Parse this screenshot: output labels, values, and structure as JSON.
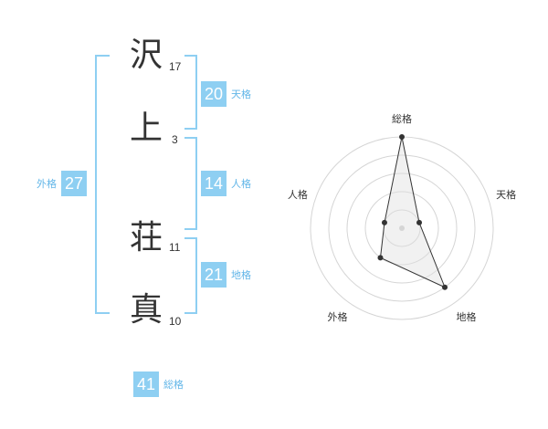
{
  "name": {
    "chars": [
      {
        "char": "沢",
        "strokes": "17"
      },
      {
        "char": "上",
        "strokes": "3"
      },
      {
        "char": "荘",
        "strokes": "11"
      },
      {
        "char": "真",
        "strokes": "10"
      }
    ]
  },
  "kaku": {
    "tenkaku": {
      "value": "20",
      "label": "天格"
    },
    "jinkaku": {
      "value": "14",
      "label": "人格"
    },
    "chikaku": {
      "value": "21",
      "label": "地格"
    },
    "gaikaku": {
      "value": "27",
      "label": "外格"
    },
    "soukaku": {
      "value": "41",
      "label": "総格"
    }
  },
  "colors": {
    "accent": "#8ecff2",
    "label": "#62b6e8",
    "text": "#333333"
  },
  "chart_data": {
    "type": "radar",
    "axes": [
      "総格",
      "天格",
      "地格",
      "外格",
      "人格"
    ],
    "values": [
      1.0,
      0.2,
      0.8,
      0.4,
      0.2
    ],
    "range": [
      0,
      1
    ],
    "rings": 5,
    "grid": true
  }
}
